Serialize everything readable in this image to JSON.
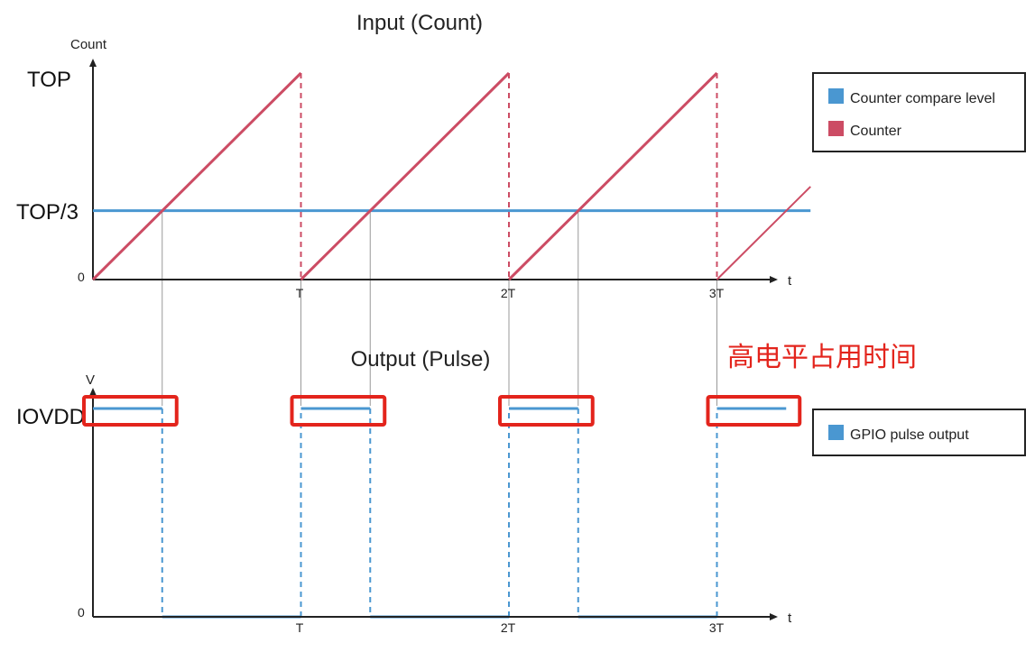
{
  "input_chart": {
    "title": "Input (Count)",
    "y_axis_label": "Count",
    "x_axis_label": "t",
    "y_levels": {
      "top": "TOP",
      "third": "TOP/3",
      "zero": "0"
    },
    "x_ticks": [
      "T",
      "2T",
      "3T"
    ]
  },
  "output_chart": {
    "title": "Output (Pulse)",
    "y_axis_label": "V",
    "x_axis_label": "t",
    "y_levels": {
      "high": "IOVDD",
      "zero": "0"
    },
    "x_ticks": [
      "T",
      "2T",
      "3T"
    ]
  },
  "legend_top": [
    {
      "label": "Counter compare level",
      "color": "#4a97d1"
    },
    {
      "label": "Counter",
      "color": "#cc4c64"
    }
  ],
  "legend_bottom": [
    {
      "label": "GPIO pulse output",
      "color": "#4a97d1"
    }
  ],
  "annotation": {
    "text": "高电平占用时间",
    "color": "#e3241c"
  },
  "colors": {
    "compare": "#4a97d1",
    "counter": "#cc4c64",
    "pulse": "#4a97d1",
    "highlight": "#e3241c",
    "axis": "#222222",
    "guide": "#999999"
  },
  "chart_data": [
    {
      "type": "line",
      "title": "Input (Count)",
      "xlabel": "t",
      "ylabel": "Count",
      "x_ticks": [
        "T",
        "2T",
        "3T"
      ],
      "y_ticks": [
        "0",
        "TOP/3",
        "TOP"
      ],
      "series": [
        {
          "name": "Counter compare level",
          "x": [
            0,
            3.45
          ],
          "y": [
            0.3333,
            0.3333
          ]
        },
        {
          "name": "Counter",
          "x": [
            0,
            1,
            1,
            2,
            2,
            3,
            3,
            3.45
          ],
          "y": [
            0,
            1,
            0,
            1,
            0,
            1,
            0,
            0.45
          ]
        }
      ]
    },
    {
      "type": "line",
      "title": "Output (Pulse)",
      "xlabel": "t",
      "ylabel": "V",
      "x_ticks": [
        "T",
        "2T",
        "3T"
      ],
      "y_ticks": [
        "0",
        "IOVDD"
      ],
      "series": [
        {
          "name": "GPIO pulse output",
          "x": [
            0,
            0.333,
            0.333,
            1,
            1,
            1.333,
            1.333,
            2,
            2,
            2.333,
            2.333,
            3,
            3,
            3.333
          ],
          "y": [
            1,
            1,
            0,
            0,
            1,
            1,
            0,
            0,
            1,
            1,
            0,
            0,
            1,
            1
          ]
        }
      ]
    }
  ]
}
